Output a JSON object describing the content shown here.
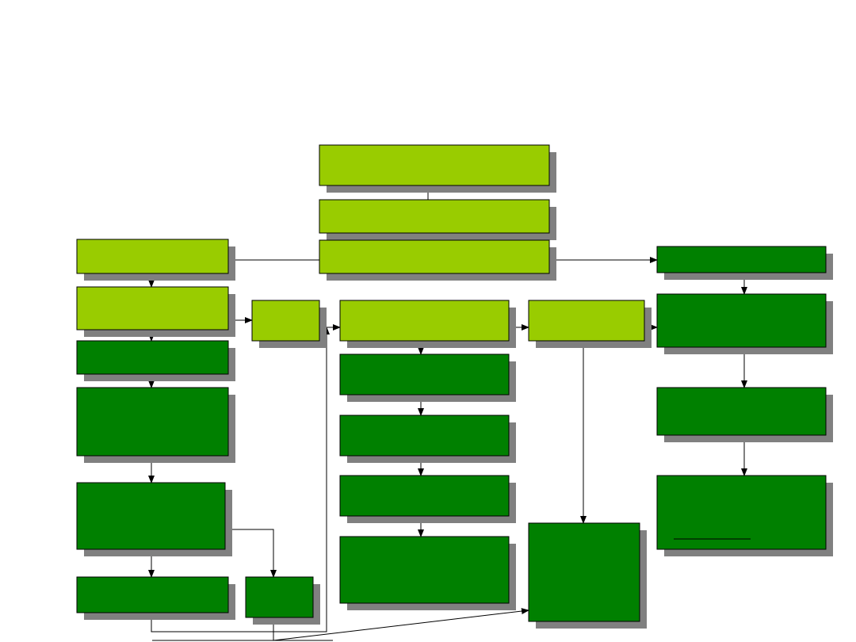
{
  "colors": {
    "light_green": "#99CC00",
    "dark_green": "#008000",
    "shadow": "#808080",
    "line": "#000000",
    "background": "#FFFFFF"
  },
  "boxes": [
    {
      "id": "top-title",
      "fill": "light",
      "label": ""
    },
    {
      "id": "top-middle",
      "fill": "light",
      "label": ""
    },
    {
      "id": "top-main",
      "fill": "light",
      "label": ""
    },
    {
      "id": "left-1",
      "fill": "light",
      "label": ""
    },
    {
      "id": "left-2",
      "fill": "light",
      "label": ""
    },
    {
      "id": "left-3",
      "fill": "dark",
      "label": ""
    },
    {
      "id": "left-4",
      "fill": "dark",
      "label": ""
    },
    {
      "id": "left-5",
      "fill": "dark",
      "label": ""
    },
    {
      "id": "left-6",
      "fill": "dark",
      "label": ""
    },
    {
      "id": "left-small",
      "fill": "dark",
      "label": ""
    },
    {
      "id": "center-small",
      "fill": "light",
      "label": ""
    },
    {
      "id": "center-main",
      "fill": "light",
      "label": ""
    },
    {
      "id": "center-1",
      "fill": "dark",
      "label": ""
    },
    {
      "id": "center-2",
      "fill": "dark",
      "label": ""
    },
    {
      "id": "center-3",
      "fill": "dark",
      "label": ""
    },
    {
      "id": "center-4",
      "fill": "dark",
      "label": ""
    },
    {
      "id": "right-mid",
      "fill": "light",
      "label": ""
    },
    {
      "id": "right-mid-bottom",
      "fill": "dark",
      "label": ""
    },
    {
      "id": "right-1",
      "fill": "dark",
      "label": ""
    },
    {
      "id": "right-2",
      "fill": "dark",
      "label": ""
    },
    {
      "id": "right-3",
      "fill": "dark",
      "label": ""
    },
    {
      "id": "right-4",
      "fill": "dark",
      "label": ""
    }
  ]
}
